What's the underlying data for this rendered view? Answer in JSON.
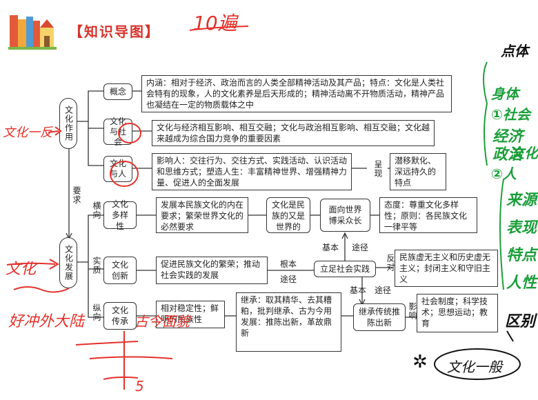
{
  "header": {
    "title": "【知识导图】"
  },
  "nodes": {
    "wenhua_zuoyong": "文化作用",
    "wenhua_fazhan": "文化发展",
    "yaoqiu": "要求",
    "gainian": "概念",
    "wenhua_shehui": "文化与社会",
    "wenhua_ren": "文化与人",
    "gainian_content": "内涵：相对于经济、政治而言的人类全部精神活动及其产品；特点：文化是人类社会特有的现象，人的文化素养是后天形成的；精神活动离不开物质活动，精神产品也凝结在一定的物质载体之中",
    "shehui_content": "文化与经济相互影响、相互交融；文化与政治相互影响、相互交融；文化越来越成为综合国力竞争的重要因素",
    "ren_content": "影响人：交往行为、交往方式、实践活动、认识活动和思维方式；塑造人生：丰富精神世界、增强精神力量、促进人的全面发展",
    "chengxian": "呈现",
    "ren_feature": "潜移默化、深远持久的特点",
    "hengxiang": "横向",
    "shizhi": "实质",
    "zongxiang": "纵向",
    "duoyangxing": "文化多样性",
    "chuangxin": "文化创新",
    "chuancheng": "文化传承",
    "duoyangxing_req": "发展本民族文化的内在要求；繁荣世界文化的必然要求",
    "minzu_shijie": "文化是民族的又是世界的",
    "mianxiang_shijie": "面向世界博采众长",
    "taidu": "态度：尊重文化多样性；原则：各民族文化一律平等",
    "chuangxin_content": "促进民族文化的繁荣；推动社会实践的发展",
    "genben": "根本",
    "tujing_a": "途径",
    "jiben_a": "基本",
    "tujing_b": "途径",
    "lizu_shijian": "立足社会实践",
    "fandui": "反对",
    "fandui_content": "民族虚无主义和历史虚无主义；封闭主义和守旧主义",
    "jiben_b": "基本",
    "tujing_c": "途径",
    "chuancheng_feature": "相对稳定性；鲜明的民族性",
    "jicheng_content": "继承：取其精华、去其糟粕，批判继承、古为今用 发展：推陈出新，革故鼎新",
    "jicheng_chuantong": "继承传统推陈出新",
    "yingxiang": "影响",
    "yingxiang_content": "社会制度；科学技术；思想运动；教育"
  },
  "handwriting": {
    "top_note": "10遍",
    "left_note_a": "文化一反",
    "left_note_b": "文化",
    "left_note_c": "好冲外大陆",
    "mid_note": "古今面貌",
    "right_a": "文化一般",
    "right_col": [
      "点体",
      "身体",
      "①社会",
      "经济",
      "政治",
      "文化",
      "②人",
      "来源",
      "表现",
      "特点",
      "人性"
    ],
    "right_symbol": "区别",
    "bottom_five": "5",
    "star": "✲"
  },
  "colors": {
    "title_red": "#d6332c",
    "ink_red": "#e5302a",
    "ink_green": "#1c9e3a",
    "ink_black": "#111111",
    "box_border": "#333333"
  }
}
